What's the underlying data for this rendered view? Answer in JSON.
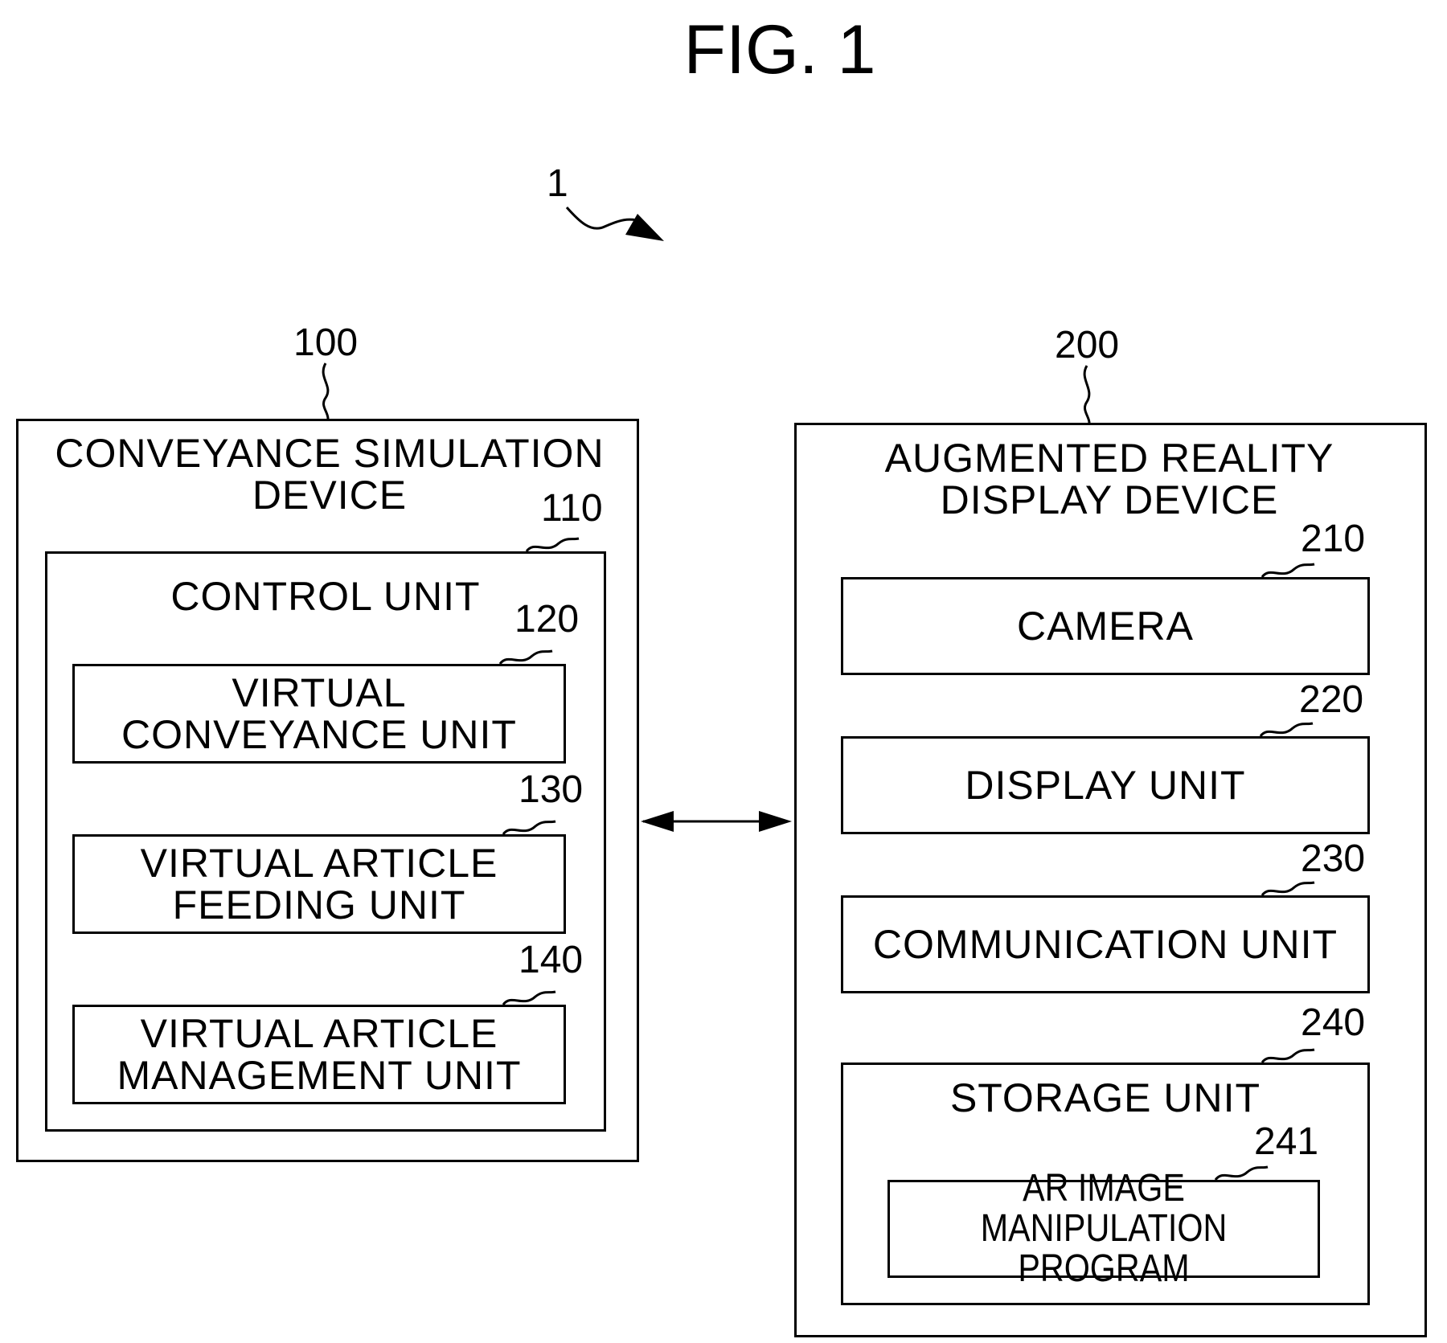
{
  "figure": {
    "title": "FIG. 1",
    "system_ref": "1"
  },
  "left_device": {
    "ref": "100",
    "title": "CONVEYANCE SIMULATION\nDEVICE",
    "control_unit": {
      "ref": "110",
      "title": "CONTROL UNIT",
      "units": [
        {
          "ref": "120",
          "label": "VIRTUAL\nCONVEYANCE UNIT"
        },
        {
          "ref": "130",
          "label": "VIRTUAL ARTICLE\nFEEDING UNIT"
        },
        {
          "ref": "140",
          "label": "VIRTUAL ARTICLE\nMANAGEMENT UNIT"
        }
      ]
    }
  },
  "right_device": {
    "ref": "200",
    "title": "AUGMENTED REALITY\nDISPLAY DEVICE",
    "units": [
      {
        "ref": "210",
        "label": "CAMERA"
      },
      {
        "ref": "220",
        "label": "DISPLAY UNIT"
      },
      {
        "ref": "230",
        "label": "COMMUNICATION UNIT"
      }
    ],
    "storage_unit": {
      "ref": "240",
      "title": "STORAGE UNIT",
      "program": {
        "ref": "241",
        "label": "AR IMAGE MANIPULATION\nPROGRAM"
      }
    }
  }
}
